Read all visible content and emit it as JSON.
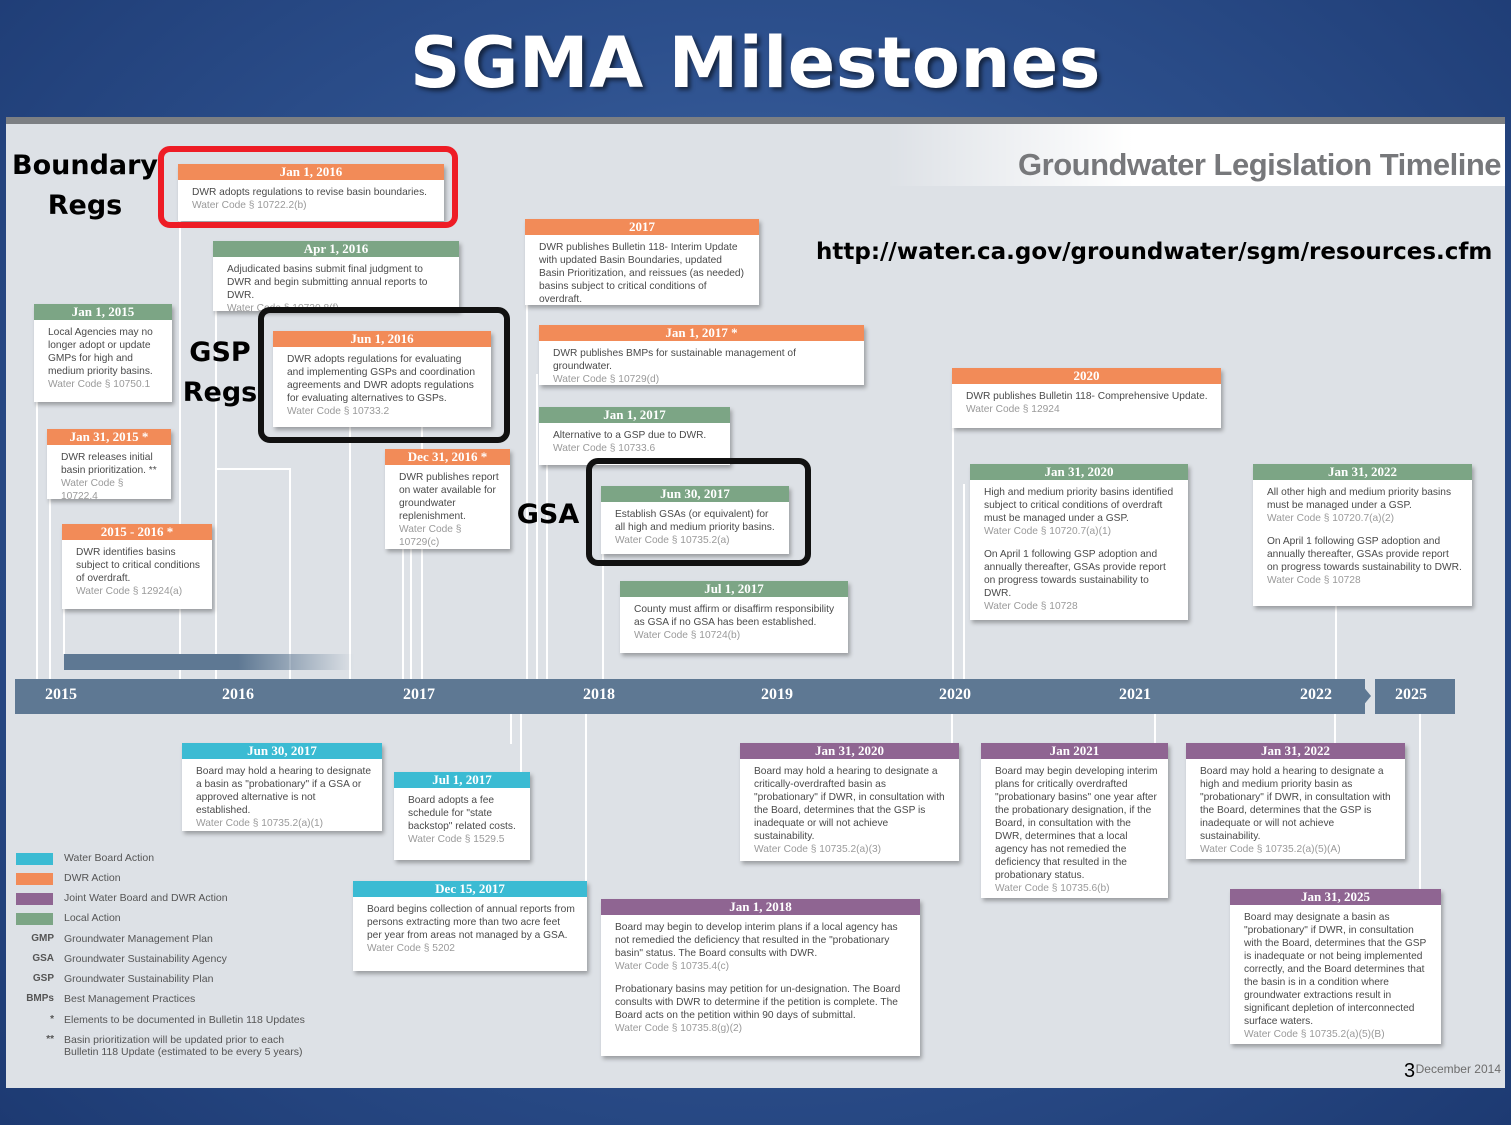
{
  "slide": {
    "title": "SGMA Milestones",
    "url": "http://water.ca.gov/groundwater/sgm/resources.cfm",
    "page_number": "3"
  },
  "timeline": {
    "heading": "Groundwater Legislation Timeline",
    "years": [
      "2015",
      "2016",
      "2017",
      "2018",
      "2019",
      "2020",
      "2021",
      "2022",
      "2025"
    ],
    "footer_date": "December 2014"
  },
  "annotations": {
    "boundary_regs_1": "Boundary",
    "boundary_regs_2": "Regs",
    "gsp_regs_1": "GSP",
    "gsp_regs_2": "Regs",
    "gsa": "GSA"
  },
  "colors": {
    "water_board": "#3bbbd3",
    "dwr": "#f28b58",
    "joint": "#8f6592",
    "local": "#7ca585",
    "highlight_red": "#ee1c25",
    "highlight_black": "#111111"
  },
  "cards": {
    "jan2015": {
      "date": "Jan 1, 2015",
      "text": "Local Agencies may no longer adopt or update GMPs for high and medium priority basins.",
      "code": "Water Code § 10750.1"
    },
    "jan31_2015": {
      "date": "Jan 31, 2015 *",
      "text": "DWR releases initial basin prioritization. **",
      "code": "Water Code § 10722.4"
    },
    "y2015_2016": {
      "date": "2015 - 2016 *",
      "text": "DWR identifies basins subject to critical conditions of overdraft.",
      "code": "Water Code § 12924(a)"
    },
    "jan2016": {
      "date": "Jan 1, 2016",
      "text": "DWR adopts regulations to revise basin boundaries.",
      "code": "Water Code § 10722.2(b)"
    },
    "apr2016": {
      "date": "Apr 1, 2016",
      "text": "Adjudicated basins submit final judgment to DWR and begin submitting annual reports to DWR.",
      "code": "Water Code § 10720.8(f)"
    },
    "jun2016": {
      "date": "Jun 1, 2016",
      "text": "DWR adopts regulations for evaluating and implementing GSPs and coordination agreements and DWR adopts regulations for evaluating alternatives to GSPs.",
      "code": "Water Code § 10733.2"
    },
    "dec2016": {
      "date": "Dec 31, 2016 *",
      "text": "DWR publishes report on water available for groundwater replenishment.",
      "code": "Water Code § 10729(c)"
    },
    "y2017": {
      "date": "2017",
      "text": "DWR publishes Bulletin 118- Interim Update with updated Basin Boundaries, updated Basin Prioritization, and reissues (as needed) basins subject to critical conditions of overdraft.",
      "code": ""
    },
    "jan2017_bmp": {
      "date": "Jan 1, 2017 *",
      "text": "DWR publishes BMPs for sustainable management of groundwater.",
      "code": "Water Code § 10729(d)"
    },
    "jan2017_alt": {
      "date": "Jan 1, 2017",
      "text": "Alternative to a GSP due to DWR.",
      "code": "Water Code § 10733.6"
    },
    "jun2017_gsa": {
      "date": "Jun 30, 2017",
      "text": "Establish GSAs (or equivalent) for all high and medium priority basins.",
      "code": "Water Code § 10735.2(a)"
    },
    "jul2017_county": {
      "date": "Jul 1, 2017",
      "text": "County must affirm or disaffirm responsibility as GSA if no GSA has been established.",
      "code": "Water Code § 10724(b)"
    },
    "y2020": {
      "date": "2020",
      "text": "DWR publishes Bulletin 118- Comprehensive Update.",
      "code": "Water Code § 12924"
    },
    "jan2020_top": {
      "date": "Jan 31, 2020",
      "text": "High and medium priority basins identified subject to critical conditions of overdraft must be managed under a GSP.",
      "code": "Water Code § 10720.7(a)(1)",
      "text2": "On April 1 following GSP adoption and annually thereafter, GSAs provide report on progress towards sustainability to DWR.",
      "code2": "Water Code § 10728"
    },
    "jan2022_top": {
      "date": "Jan 31, 2022",
      "text": "All other high and medium priority basins must be managed under a GSP.",
      "code": "Water Code § 10720.7(a)(2)",
      "text2": "On April 1 following GSP adoption and annually thereafter, GSAs provide report on progress towards sustainability to DWR.",
      "code2": "Water Code § 10728"
    },
    "jun2017_board": {
      "date": "Jun 30, 2017",
      "text": "Board may hold a hearing to designate a basin as \"probationary\" if a GSA or approved alternative is not established.",
      "code": "Water Code § 10735.2(a)(1)"
    },
    "jul2017_fee": {
      "date": "Jul 1, 2017",
      "text": "Board adopts a fee schedule for \"state backstop\" related costs.",
      "code": "Water Code § 1529.5"
    },
    "dec2017": {
      "date": "Dec 15, 2017",
      "text": "Board begins collection of annual reports from persons extracting more than two acre feet per year from areas not managed by a GSA.",
      "code": "Water Code § 5202"
    },
    "jan2018": {
      "date": "Jan 1, 2018",
      "text": "Board may begin to develop interim plans if a local agency has not remedied the deficiency that resulted in the \"probationary basin\" status. The Board consults with DWR.",
      "code": "Water Code § 10735.4(c)",
      "text2": "Probationary basins may petition for un-designation. The Board consults with DWR to determine if the petition is complete. The Board acts on the petition within 90 days of submittal.",
      "code2": "Water Code § 10735.8(g)(2)"
    },
    "jan2020_bot": {
      "date": "Jan 31, 2020",
      "text": "Board may hold a hearing to designate a critically-overdrafted basin as \"probationary\" if DWR, in consultation with the Board, determines that the GSP is inadequate or will not achieve sustainability.",
      "code": "Water Code § 10735.2(a)(3)"
    },
    "jan2021": {
      "date": "Jan 2021",
      "text": "Board may begin developing interim plans for critically overdrafted \"probationary basins\" one year after the probationary designation, if the Board, in consultation with the DWR, determines that a local agency has not remedied the deficiency that resulted in the probationary status.",
      "code": "Water Code § 10735.6(b)"
    },
    "jan2022_bot": {
      "date": "Jan 31, 2022",
      "text": "Board may hold a hearing to designate a high and medium priority basin as \"probationary\" if DWR, in consultation with the Board, determines that the GSP is inadequate or will not achieve sustainability.",
      "code": "Water Code § 10735.2(a)(5)(A)"
    },
    "jan2025": {
      "date": "Jan 31, 2025",
      "text": "Board may designate a basin as \"probationary\" if DWR, in consultation with the Board, determines that the GSP is inadequate or not being implemented correctly, and the Board determines that the basin is in a condition where groundwater extractions result in significant depletion of interconnected surface waters.",
      "code": "Water Code § 10735.2(a)(5)(B)"
    }
  },
  "legend": {
    "colors": [
      {
        "label": "Water Board Action",
        "color": "#3bbbd3"
      },
      {
        "label": "DWR Action",
        "color": "#f28b58"
      },
      {
        "label": "Joint Water Board and DWR Action",
        "color": "#8f6592"
      },
      {
        "label": "Local Action",
        "color": "#7ca585"
      }
    ],
    "abbrevs": [
      {
        "abbr": "GMP",
        "label": "Groundwater Management Plan"
      },
      {
        "abbr": "GSA",
        "label": "Groundwater Sustainability Agency"
      },
      {
        "abbr": "GSP",
        "label": "Groundwater Sustainability Plan"
      },
      {
        "abbr": "BMPs",
        "label": "Best Management Practices"
      },
      {
        "abbr": "*",
        "label": "Elements to be documented in Bulletin 118 Updates"
      },
      {
        "abbr": "**",
        "label": "Basin prioritization will be updated prior to each"
      },
      {
        "abbr": "",
        "label": "Bulletin 118 Update (estimated to be every 5 years)"
      }
    ]
  }
}
